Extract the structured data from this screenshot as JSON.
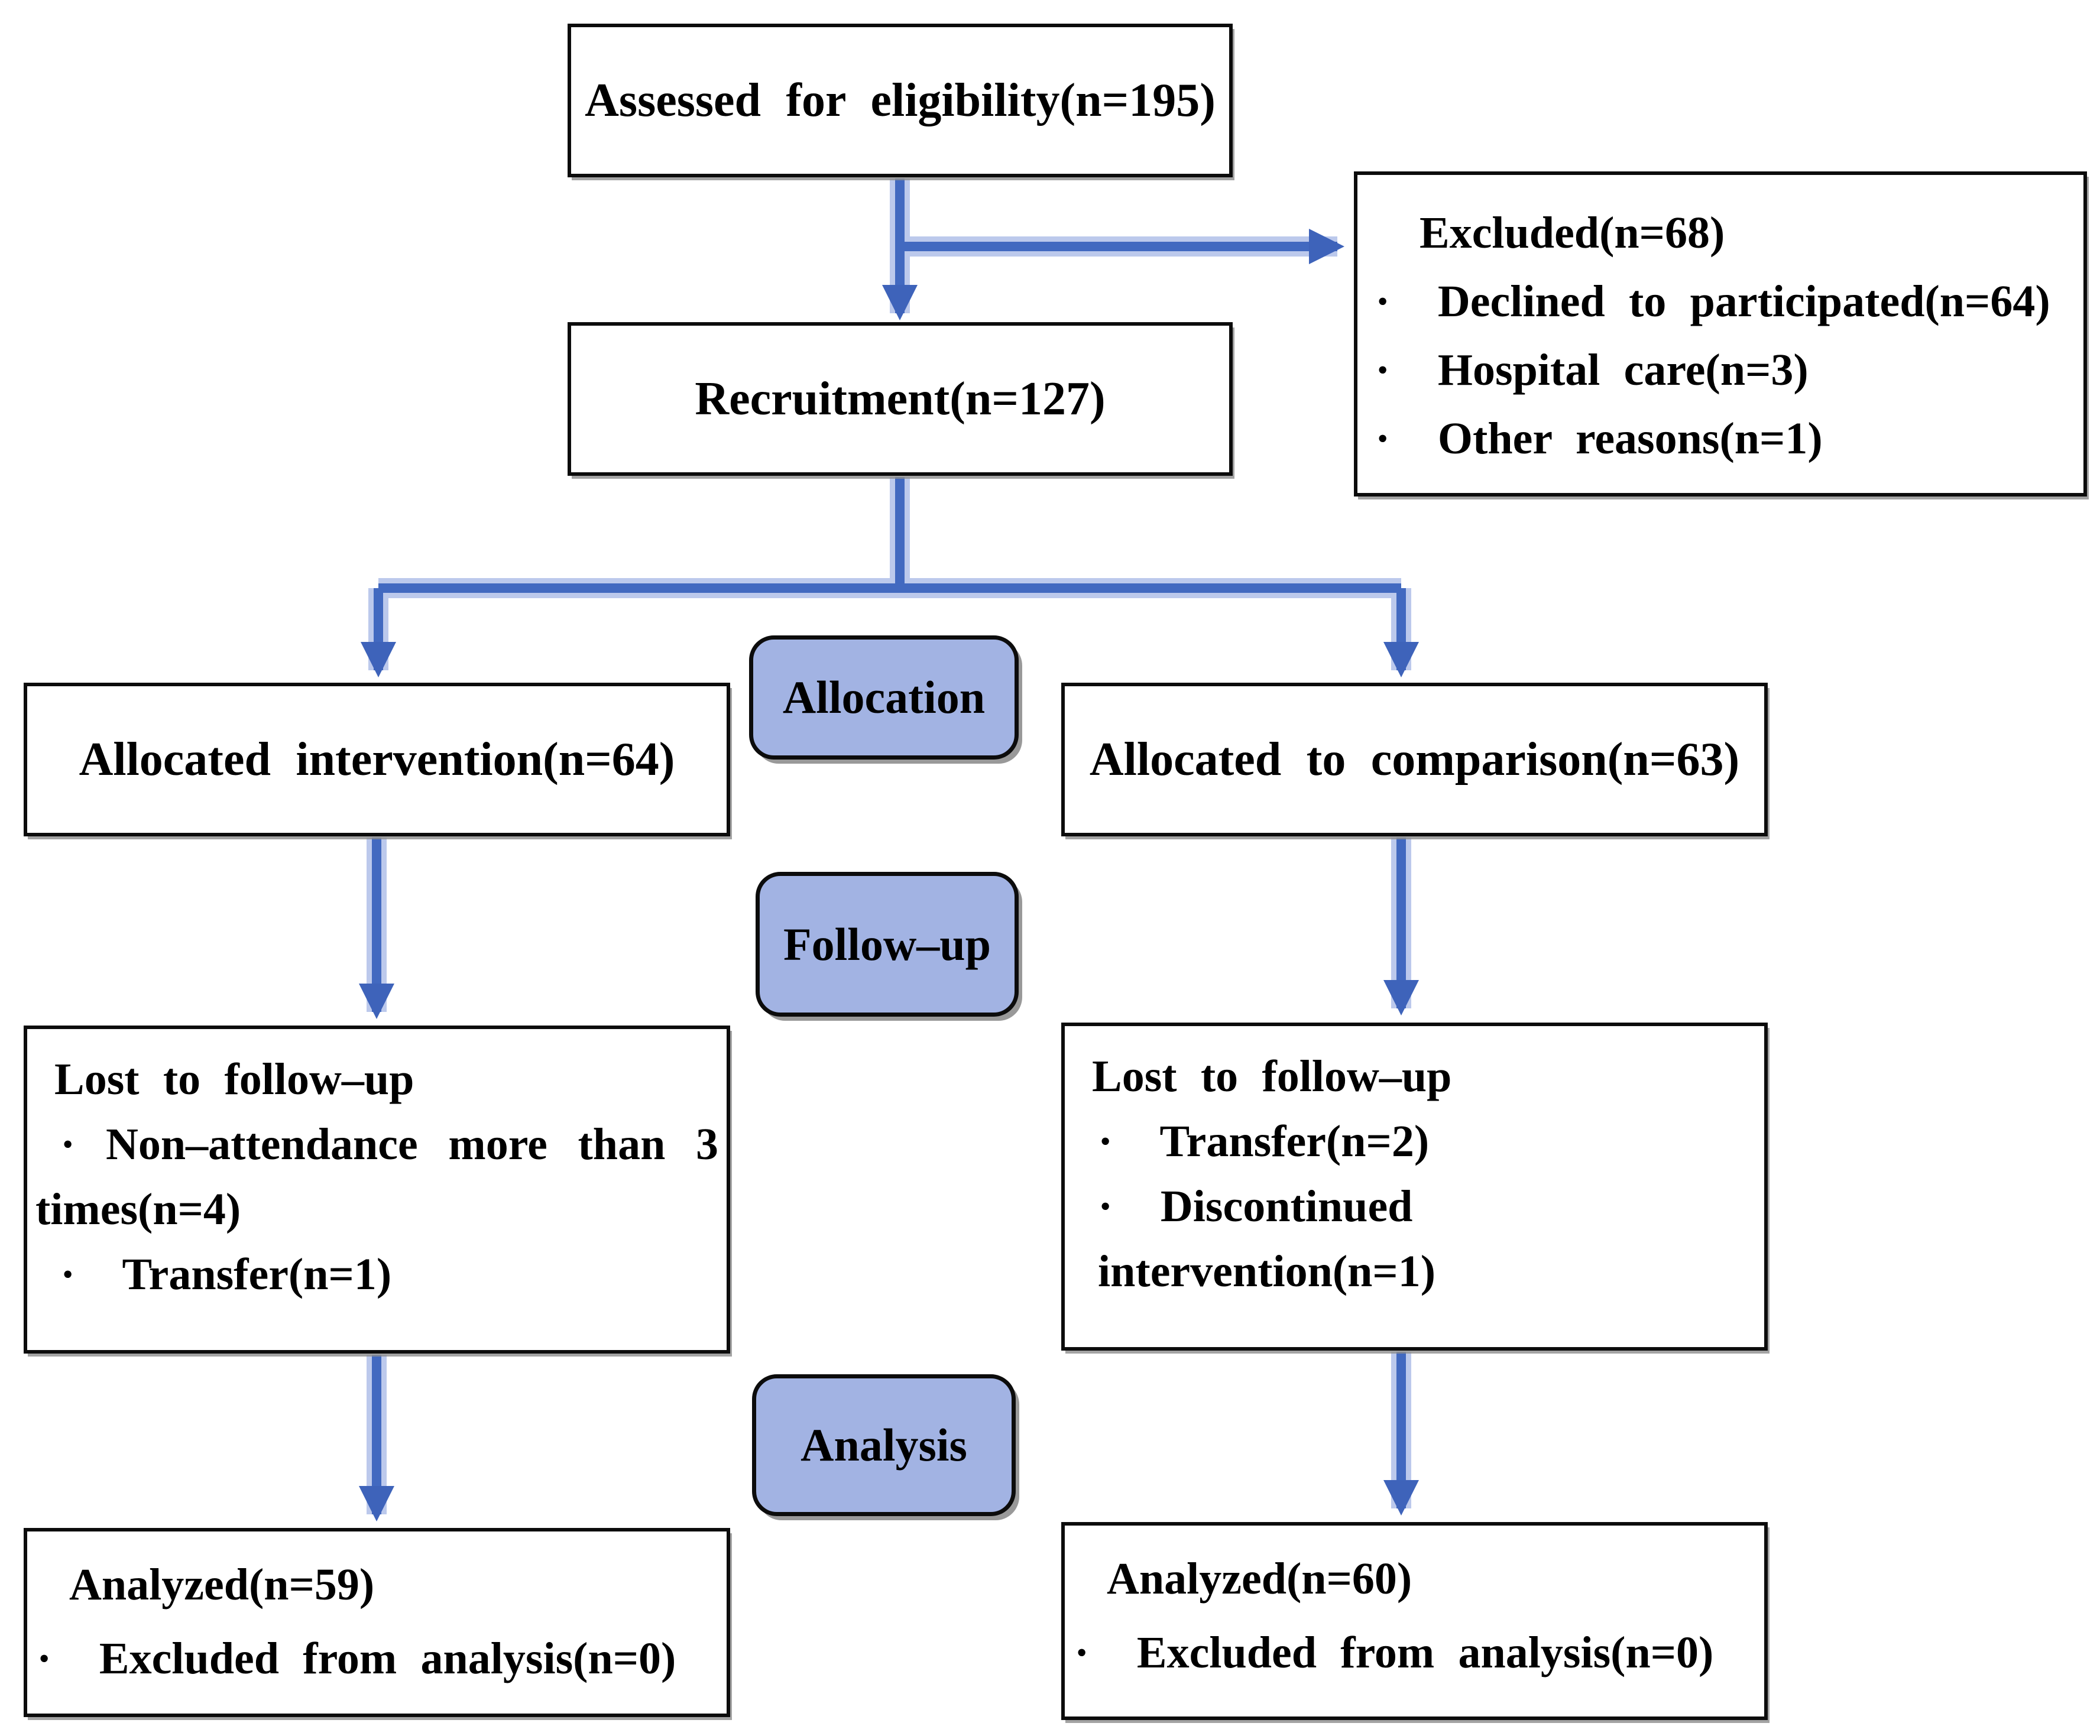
{
  "diagram": {
    "boxes": {
      "assessed": {
        "text": "Assessed for eligibility(n=195)"
      },
      "excluded": {
        "lines": [
          "Excluded(n=68)",
          "·  Declined to participated(n=64)",
          "·  Hospital care(n=3)",
          "·  Other reasons(n=1)"
        ]
      },
      "recruitment": {
        "text": "Recruitment(n=127)"
      },
      "allocated_left": {
        "text": "Allocated intervention(n=64)"
      },
      "allocated_right": {
        "text": "Allocated to comparison(n=63)"
      },
      "lost_left": {
        "lines": [
          "Lost to follow–up",
          "· Non–attendance more than 3",
          "times(n=4)",
          "·  Transfer(n=1)"
        ]
      },
      "lost_right": {
        "lines": [
          "Lost to follow–up",
          "·  Transfer(n=2)",
          "·  Discontinued intervention(n=1)"
        ]
      },
      "analyzed_left": {
        "lines": [
          "Analyzed(n=59)",
          "·  Excluded from analysis(n=0)"
        ]
      },
      "analyzed_right": {
        "lines": [
          "Analyzed(n=60)",
          "·  Excluded from analysis(n=0)"
        ]
      }
    },
    "badges": {
      "allocation": "Allocation",
      "followup": "Follow–up",
      "analysis": "Analysis"
    },
    "colors": {
      "badge_fill": "#a2b3e3",
      "arrow_core": "#4269c0",
      "arrow_halo": "#bcc9ec",
      "box_border": "#0c0c0c"
    }
  }
}
